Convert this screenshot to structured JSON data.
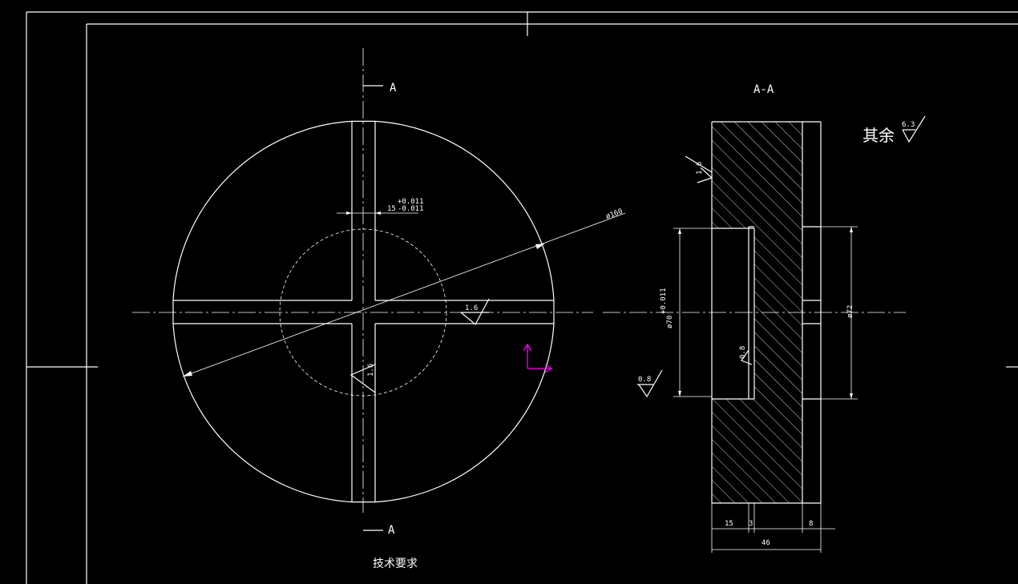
{
  "section_marks": {
    "top": "A",
    "bottom": "A"
  },
  "section_view_title": "A-A",
  "surface_finish": {
    "default_note": "其余",
    "default_value": "6.3",
    "keyway_face": "1.6",
    "cross_face": "1.6",
    "left_face": "1.6",
    "bore_face": "0.8",
    "lower_face": "0.8"
  },
  "dimensions": {
    "outer_diameter": "ø160",
    "slot_width": "15",
    "slot_tol_upper": "+0.011",
    "slot_tol_lower": "-0.011",
    "bore_diameter": "ø70",
    "bore_tol": "+0.011",
    "right_diameter": "ø72",
    "width_15": "15",
    "width_3": "3",
    "width_8": "8",
    "total_width": "46"
  },
  "notes_title": "技术要求",
  "colors": {
    "background": "#000000",
    "line": "#ffffff",
    "ucs": "#ff00ff"
  },
  "icons": {
    "ucs": "ucs-axis-icon"
  }
}
